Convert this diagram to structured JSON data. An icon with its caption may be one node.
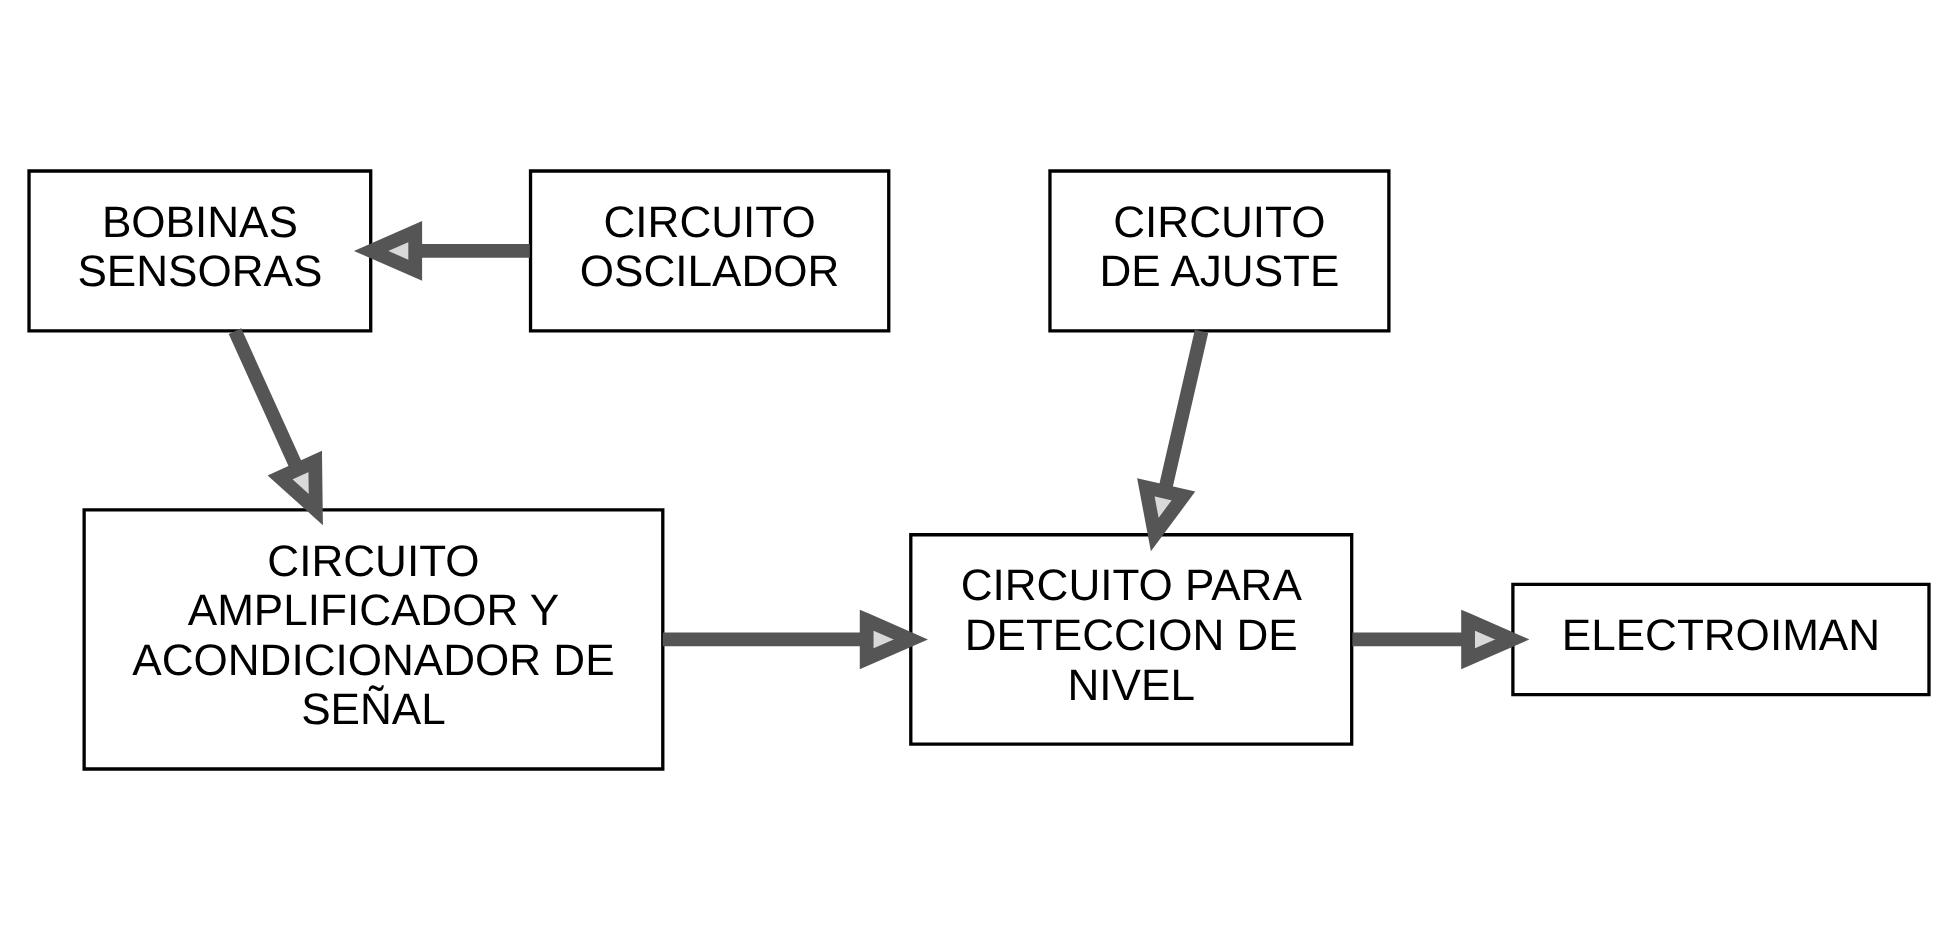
{
  "diagram": {
    "nodes": [
      {
        "text": [
          "BOBINAS SENSORAS"
        ]
      },
      {
        "text": [
          "CIRCUITO OSCILADOR"
        ]
      },
      {
        "text": [
          "CIRCUITO DE AJUSTE"
        ]
      },
      {
        "text": [
          "CIRCUITO AMPLIFICADOR Y ACONDICIONADOR DE SEÑAL"
        ]
      },
      {
        "text": [
          "CIRCUITO PARA DETECCION DE NIVEL"
        ]
      },
      {
        "text": [
          "ELECTROIMAN"
        ]
      }
    ],
    "edges": [
      {
        "from": 1,
        "to": 0,
        "arrow": "to"
      },
      {
        "from": 0,
        "to": 3,
        "arrow": "to"
      },
      {
        "from": 2,
        "to": 4,
        "arrow": "to"
      },
      {
        "from": 3,
        "to": 4,
        "arrow": "to"
      },
      {
        "from": 4,
        "to": 5,
        "arrow": "to"
      }
    ]
  }
}
